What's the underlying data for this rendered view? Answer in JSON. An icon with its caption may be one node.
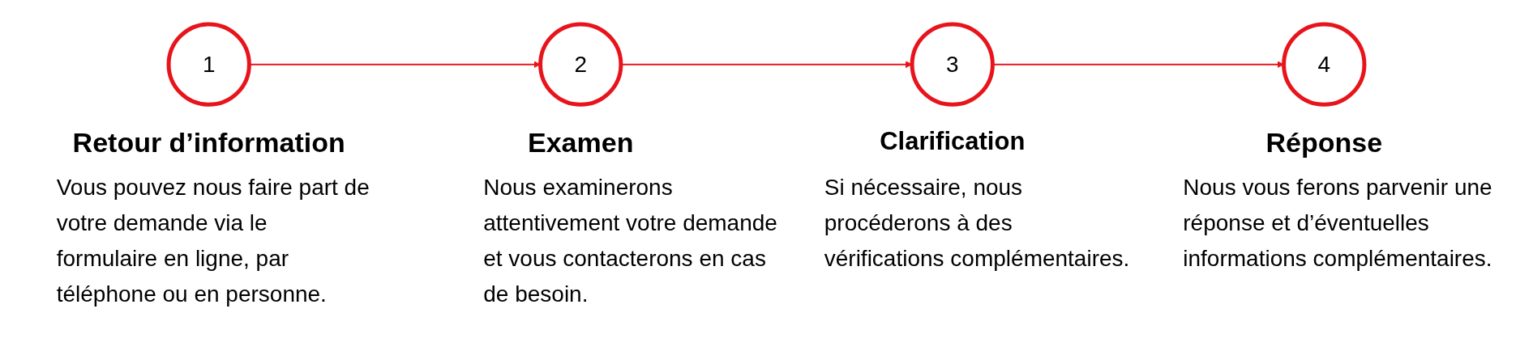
{
  "diagram": {
    "nodes": [
      {
        "text": [
          "1"
        ],
        "beside": [
          "Retour d’information",
          "Vous pouvez nous faire part de votre demande via le formulaire en ligne, par téléphone ou en personne."
        ]
      },
      {
        "text": [
          "2"
        ],
        "beside": [
          "Examen",
          "Nous examinerons attentivement votre demande et vous contacterons en cas de besoin."
        ]
      },
      {
        "text": [
          "3"
        ],
        "beside": [
          "Clarification",
          "Si nécessaire, nous procéderons à des vérifications complémentaires."
        ]
      },
      {
        "text": [
          "4"
        ],
        "beside": [
          "Réponse",
          "Nous vous ferons parvenir une réponse et d’éventuelles informations complémentaires."
        ]
      }
    ],
    "edges": [
      {
        "from": 0,
        "to": 1,
        "arrow": "to"
      },
      {
        "from": 1,
        "to": 2,
        "arrow": "to"
      },
      {
        "from": 2,
        "to": 3,
        "arrow": "to"
      }
    ]
  }
}
